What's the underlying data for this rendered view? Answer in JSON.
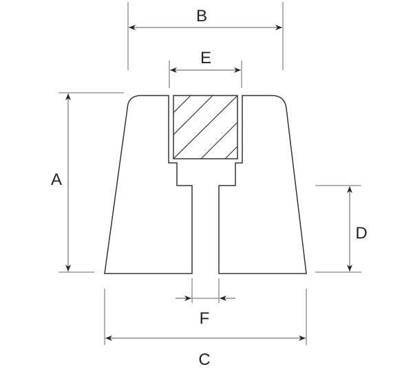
{
  "diagram": {
    "labels": {
      "A": "A",
      "B": "B",
      "C": "C",
      "D": "D",
      "E": "E",
      "F": "F"
    },
    "colors": {
      "line": "#333333",
      "dimension": "#555555"
    }
  }
}
